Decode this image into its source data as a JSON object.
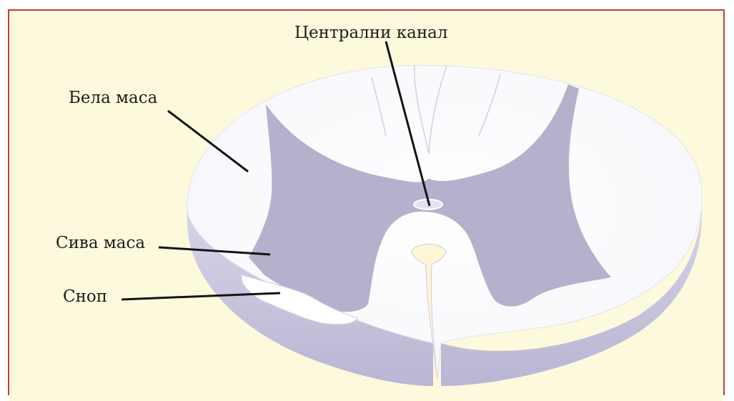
{
  "labels": {
    "central_canal": "Централни канал",
    "white_matter": "Бела маса",
    "gray_matter": "Сива маса",
    "bundle": "Сноп"
  },
  "colors": {
    "background": "#fdf9dc",
    "frame_border": "#c53c34",
    "white_matter": "#ffffff",
    "gray_matter": "#b5b0cc",
    "cord_side": "#c4c1db",
    "leader_line": "#141414"
  }
}
